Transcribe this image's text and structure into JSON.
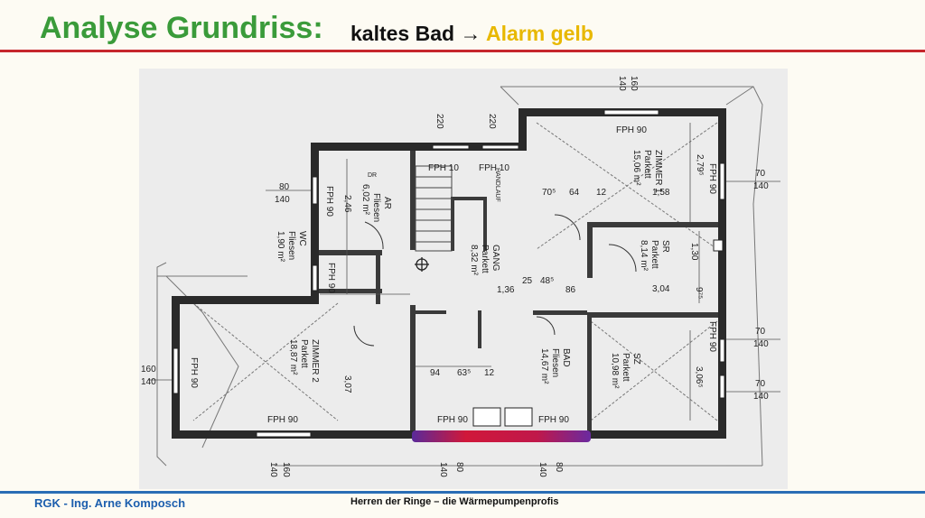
{
  "header": {
    "title": "Analyse Grundriss:",
    "subtitle_main": "kaltes Bad →",
    "subtitle_alarm": "Alarm gelb",
    "colors": {
      "title": "#3a9b3a",
      "alarm": "#e8b800",
      "rule": "#c6262c",
      "footer": "#1d5fae"
    }
  },
  "plan": {
    "rooms": {
      "ar": [
        "AR",
        "Fliesen",
        "6,02 m²"
      ],
      "wc": [
        "WC",
        "Fliesen",
        "1,90 m²"
      ],
      "zimmer1": [
        "ZIMMER 1",
        "Parkett",
        "15,06 m²"
      ],
      "sr": [
        "SR",
        "Parkett",
        "8,14 m²"
      ],
      "gang": [
        "GANG",
        "Parkett",
        "8,32 m²"
      ],
      "zimmer2": [
        "ZIMMER 2",
        "Parkett",
        "18,87 m²"
      ],
      "bad": [
        "BAD",
        "Fliesen",
        "14,67 m²"
      ],
      "sz": [
        "SZ",
        "Parkett",
        "10,98 m²"
      ]
    },
    "windows": {
      "top_left_1": "FPH 10",
      "top_left_2": "FPH 10",
      "top_right": "FPH 90",
      "left_ar": "FPH 90",
      "left_wc": "FPH 90",
      "left_z2": "FPH 90",
      "right_z1": "FPH 90",
      "right_sz": "FPH 90",
      "bottom_z2": "FPH 90",
      "bottom_bad_1": "FPH 90",
      "bottom_bad_2": "FPH 90"
    },
    "side_dims": {
      "r1a": "70",
      "r1b": "140",
      "r2a": "70",
      "r2b": "140",
      "r3a": "70",
      "r3b": "140",
      "l1a": "80",
      "l1b": "140",
      "l2a": "160",
      "l2b": "140",
      "t1": "220",
      "t2": "220",
      "t3": "140",
      "t4": "160",
      "b1": "140",
      "b2": "160",
      "b3": "140",
      "b4": "80",
      "b5": "140",
      "b6": "80"
    },
    "inner_dims": {
      "d1": "2,46",
      "d2": "2,79⁵",
      "d3": "1,30",
      "d4": "3,04",
      "d5": "9⁷⁵",
      "d6": "3,06⁵",
      "d7": "3,07",
      "d8": "1,36",
      "d9": "70⁵",
      "d10": "64",
      "d11": "12",
      "d12": "1,58",
      "d13": "94",
      "d14": "63⁵",
      "d15": "12",
      "d16": "25",
      "d17": "48⁵",
      "d18": "86"
    },
    "small_labels": {
      "handlauf": "HANDLAUF",
      "dr": "DR"
    }
  },
  "footer": {
    "left": "RGK - Ing. Arne Komposch",
    "center": "Herren der Ringe – die Wärmepumpenprofis"
  }
}
